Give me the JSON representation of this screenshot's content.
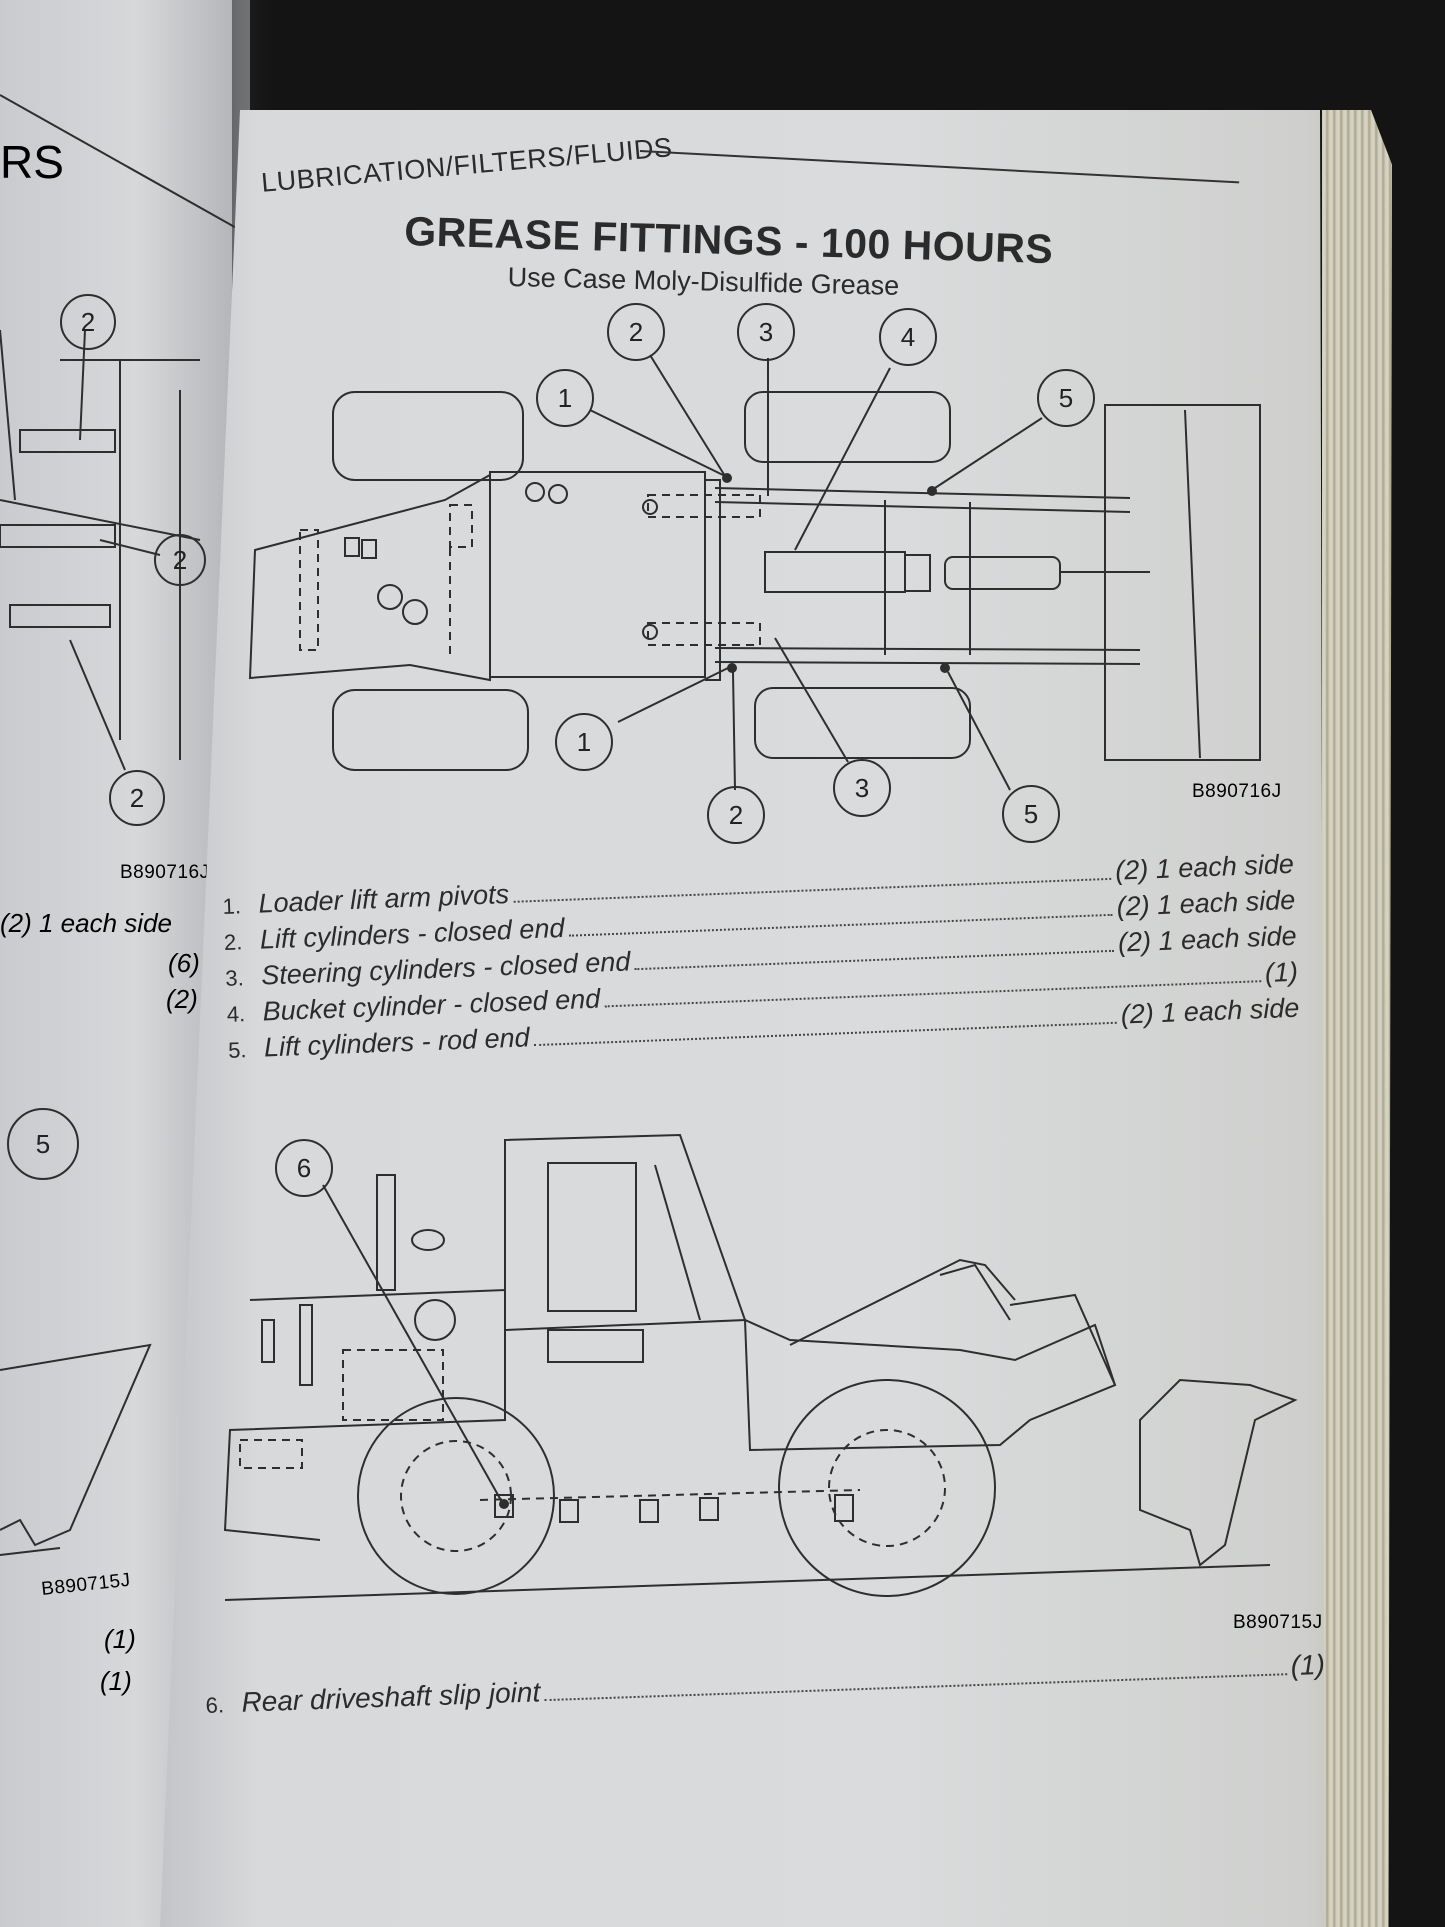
{
  "section_header": "LUBRICATION/FILTERS/FLUIDS",
  "title": "GREASE FITTINGS - 100 HOURS",
  "subtitle": "Use Case Moly-Disulfide Grease",
  "figures": {
    "top_code": "B890716J",
    "bottom_code": "B890715J"
  },
  "top_callouts": [
    "1",
    "2",
    "3",
    "4",
    "5",
    "1",
    "2",
    "3",
    "5"
  ],
  "bottom_callout": "6",
  "items": [
    {
      "num": "1.",
      "label": "Loader lift arm pivots",
      "qty": "(2) 1 each side"
    },
    {
      "num": "2.",
      "label": "Lift cylinders - closed end",
      "qty": "(2) 1 each side"
    },
    {
      "num": "3.",
      "label": "Steering cylinders - closed end",
      "qty": "(2) 1 each side"
    },
    {
      "num": "4.",
      "label": "Bucket cylinder - closed end",
      "qty": "(1)"
    },
    {
      "num": "5.",
      "label": "Lift cylinders - rod end",
      "qty": "(2) 1 each side"
    }
  ],
  "item_six": {
    "num": "6.",
    "label": "Rear driveshaft slip joint",
    "qty": "(1)"
  },
  "left_page": {
    "header_fragment": "RS",
    "callouts": [
      "2",
      "2",
      "2",
      "5"
    ],
    "top_code": "B890716J",
    "bottom_code": "B890715J",
    "qty_lines": [
      "(2) 1 each side",
      "(6)",
      "(2)",
      "(1)",
      "(1)"
    ]
  }
}
